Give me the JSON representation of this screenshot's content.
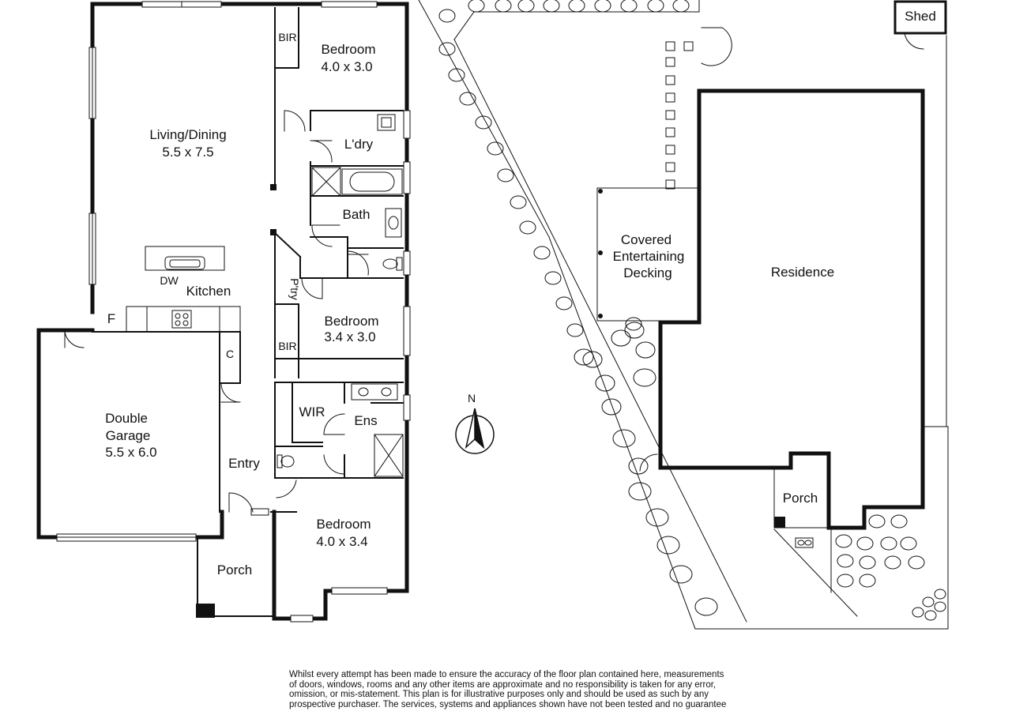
{
  "rooms": {
    "living": {
      "name": "Living/Dining",
      "size": "5.5 x 7.5"
    },
    "bed_top": {
      "name": "Bedroom",
      "size": "4.0 x 3.0"
    },
    "laundry": {
      "name": "L'dry"
    },
    "bath": {
      "name": "Bath"
    },
    "kitchen": {
      "name": "Kitchen"
    },
    "dw": "DW",
    "fridge": "F",
    "pantry": "P'try",
    "bir_top": "BIR",
    "bir_mid": "BIR",
    "bed_mid": {
      "name": "Bedroom",
      "size": "3.4 x 3.0"
    },
    "cupboard": "C",
    "garage": {
      "name": "Double",
      "name2": "Garage",
      "size": "5.5 x 6.0"
    },
    "wir": "WIR",
    "ens": "Ens",
    "entry": "Entry",
    "bed_front": {
      "name": "Bedroom",
      "size": "4.0 x 3.4"
    },
    "porch_main": "Porch"
  },
  "site": {
    "shed": "Shed",
    "decking": [
      "Covered",
      "Entertaining",
      "Decking"
    ],
    "residence": "Residence",
    "porch": "Porch",
    "north": "N"
  },
  "disclaimer": [
    "Whilst every attempt has been made to ensure the accuracy of the floor plan contained here, measurements",
    "of doors, windows, rooms and any other items are approximate and no responsibility is taken for any error,",
    "omission, or mis-statement.  This plan is for illustrative purposes only and should be used as such by any",
    "prospective purchaser.  The services, systems and appliances shown have not been tested and no guarantee"
  ]
}
